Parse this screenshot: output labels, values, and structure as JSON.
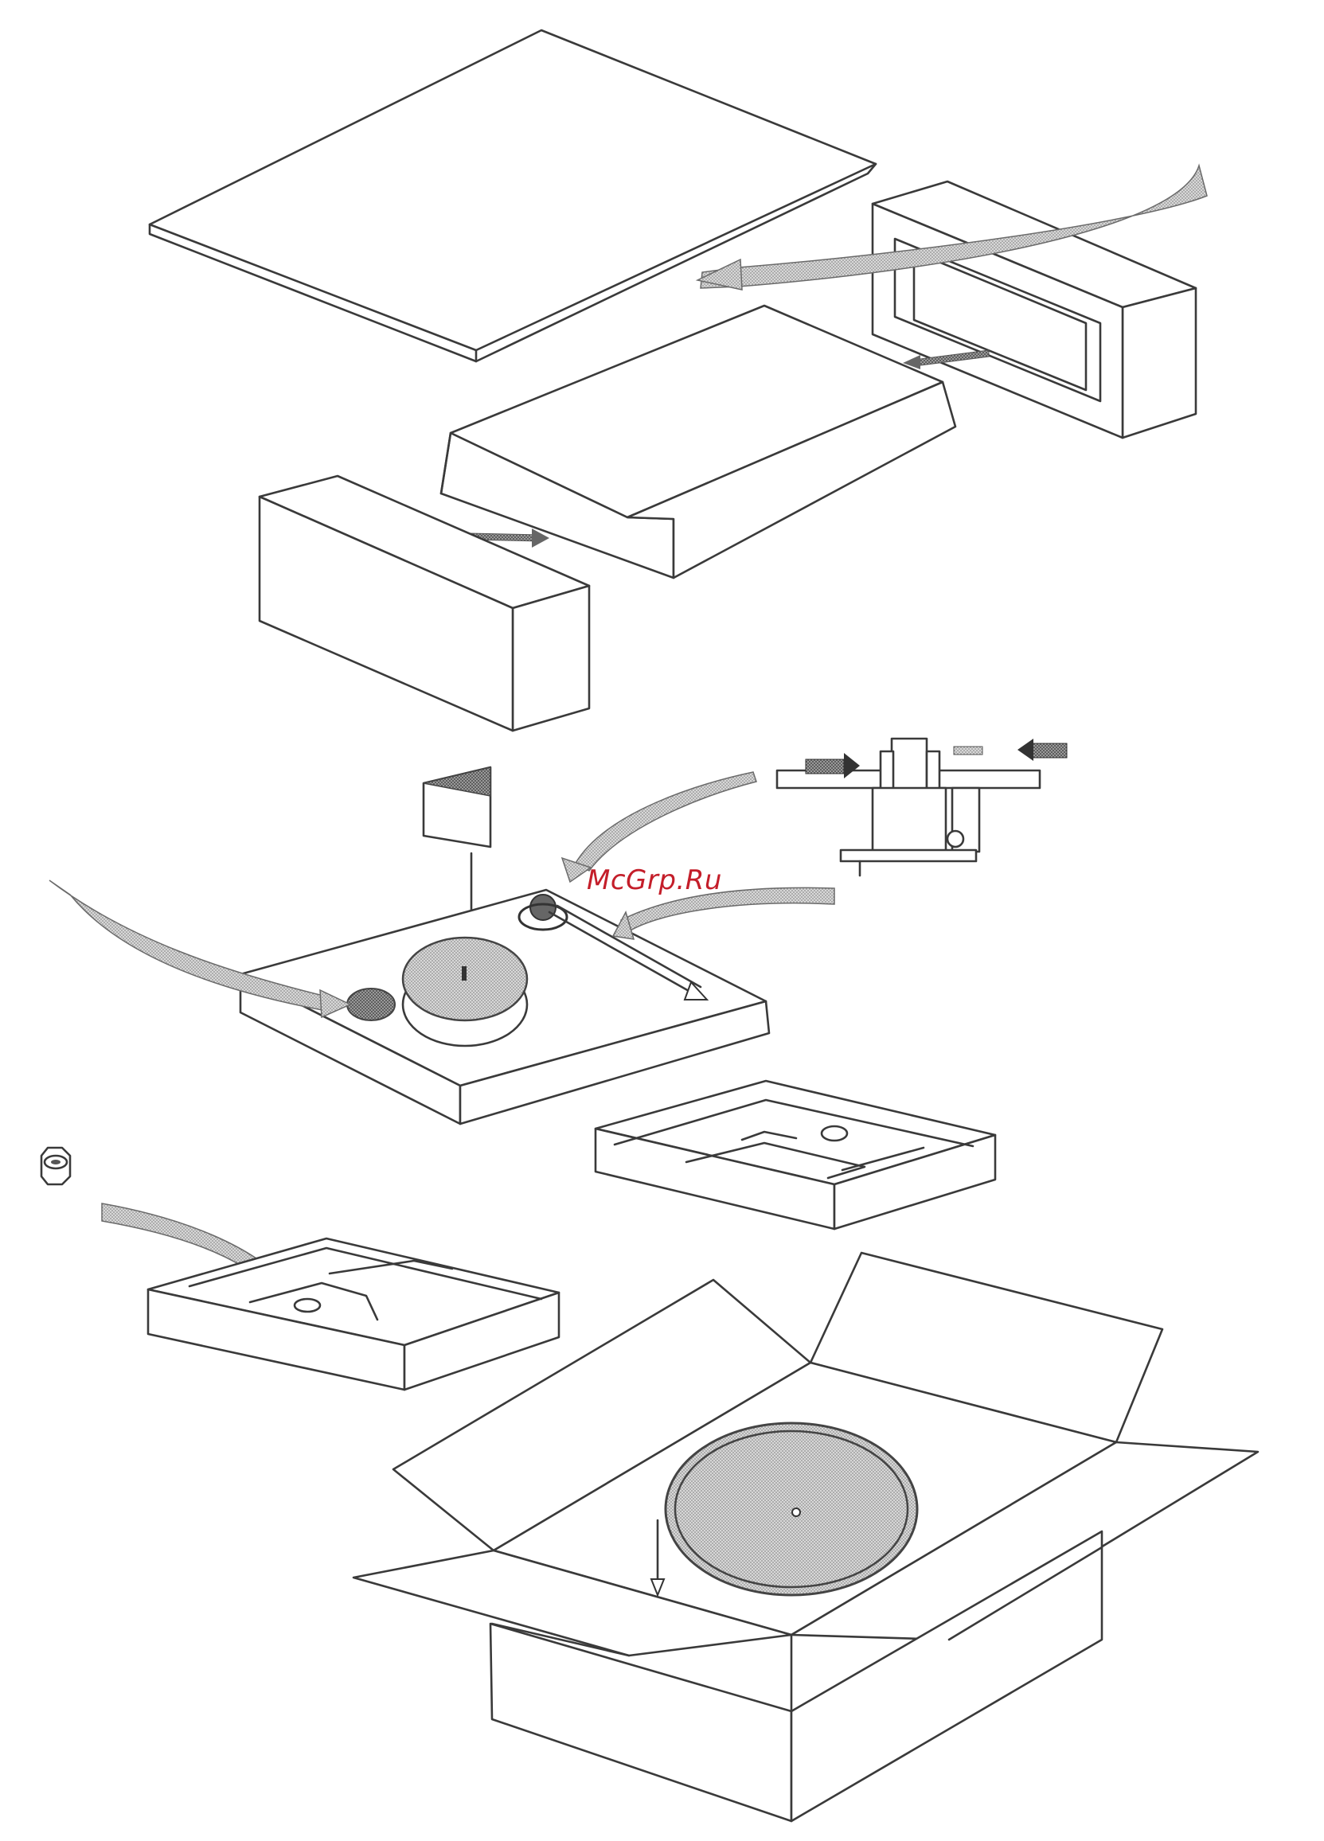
{
  "watermark": {
    "text": "McGrp.Ru",
    "color": "#c41e2a"
  },
  "colors": {
    "line": "#3a3a3a",
    "fill": "#ffffff",
    "shade": "#c4c4c4",
    "dark_shade": "#8a8a8a"
  },
  "parts": [
    "cover-board",
    "end-foam-block",
    "lid-tray",
    "packing-block",
    "cone-cap",
    "tonearm-assembly",
    "turntable-plinth",
    "foam-tray-right",
    "small-nut",
    "foam-tray-left",
    "shipping-box",
    "platter"
  ]
}
